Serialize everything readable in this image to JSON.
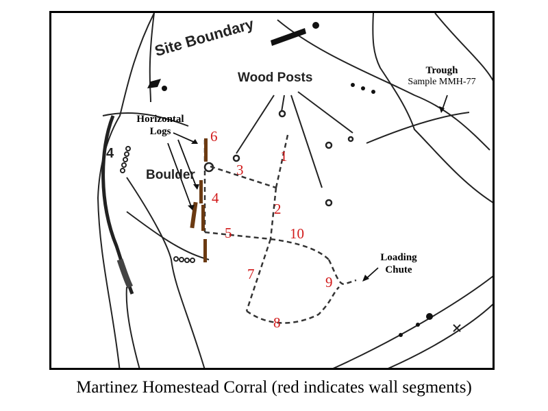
{
  "map": {
    "site_boundary_label": "Site Boundary",
    "wood_posts_label": "Wood Posts",
    "boulder_label": "Boulder",
    "area_number": "4",
    "trough": {
      "title": "Trough",
      "sample": "Sample MMH-77"
    },
    "horizontal_logs": {
      "line1": "Horizontal",
      "line2": "Logs"
    },
    "loading_chute": {
      "line1": "Loading",
      "line2": "Chute"
    },
    "wall_segments": [
      "1",
      "2",
      "3",
      "4",
      "5",
      "6",
      "7",
      "8",
      "9",
      "10"
    ]
  },
  "colors": {
    "wall_segment_label": "#d11a1a",
    "log": "#6b3a12",
    "ink": "#222222"
  },
  "caption": "Martinez Homestead Corral (red indicates wall segments)"
}
